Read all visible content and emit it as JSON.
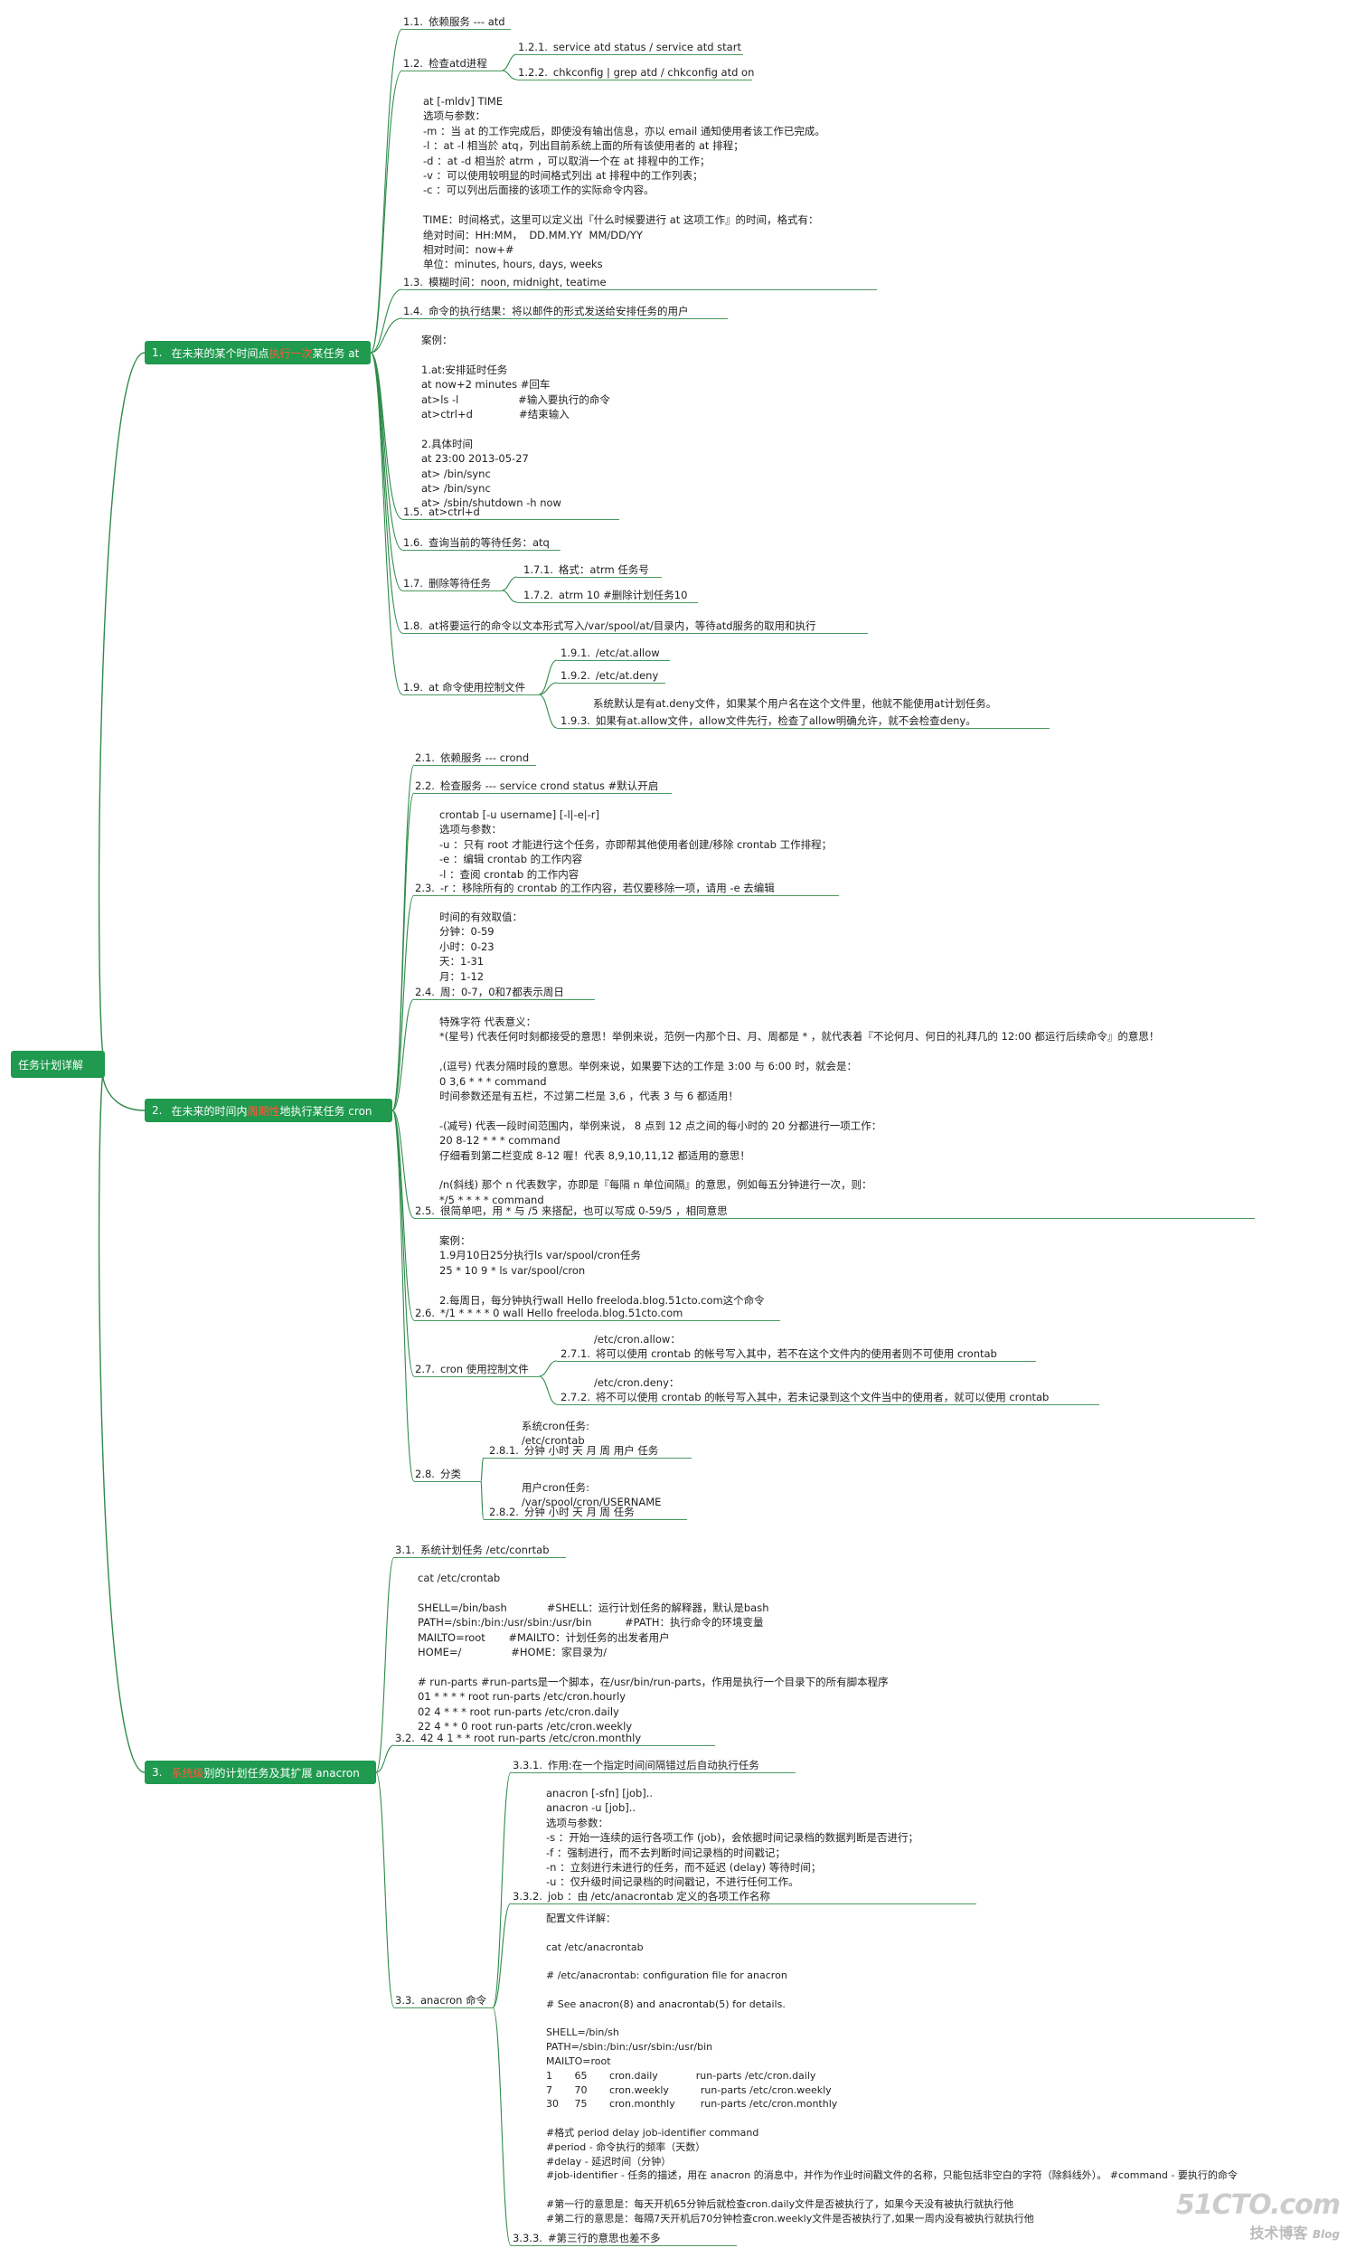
{
  "root": {
    "label": "任务计划详解"
  },
  "branches": [
    {
      "num": "1.",
      "pre": "在未来的某个时间点",
      "hl": "执行一次",
      "post": "某任务 at"
    },
    {
      "num": "2.",
      "pre": "在未来的时间内",
      "hl": "周期性",
      "post": "地执行某任务 cron"
    },
    {
      "num": "3.",
      "pre": "",
      "hl": "系统级",
      "post": "别的计划任务及其扩展 anacron"
    }
  ],
  "nodes": {
    "n1_1": {
      "num": "1.1.",
      "text": "依赖服务 --- atd"
    },
    "n1_2": {
      "num": "1.2.",
      "text": "检查atd进程"
    },
    "n1_2_1": {
      "num": "1.2.1.",
      "text": "service atd status / service atd start"
    },
    "n1_2_2": {
      "num": "1.2.2.",
      "text": "chkconfig | grep atd  / chkconfig atd on"
    },
    "n1_3": {
      "num": "1.3.",
      "text": "模糊时间：noon, midnight, teatime"
    },
    "n1_4": {
      "num": "1.4.",
      "text": "命令的执行结果：将以邮件的形式发送给安排任务的用户"
    },
    "n1_5": {
      "num": "1.5.",
      "text": "at>ctrl+d"
    },
    "n1_6": {
      "num": "1.6.",
      "text": "查询当前的等待任务：atq"
    },
    "n1_7": {
      "num": "1.7.",
      "text": "删除等待任务"
    },
    "n1_7_1": {
      "num": "1.7.1.",
      "text": "格式：atrm 任务号"
    },
    "n1_7_2": {
      "num": "1.7.2.",
      "text": "atrm 10 #删除计划任务10"
    },
    "n1_8": {
      "num": "1.8.",
      "text": "at将要运行的命令以文本形式写入/var/spool/at/目录内，等待atd服务的取用和执行"
    },
    "n1_9": {
      "num": "1.9.",
      "text": "at 命令使用控制文件"
    },
    "n1_9_1": {
      "num": "1.9.1.",
      "text": "/etc/at.allow"
    },
    "n1_9_2": {
      "num": "1.9.2.",
      "text": "/etc/at.deny"
    },
    "n1_9_3": {
      "num": "1.9.3.",
      "text": "如果有at.allow文件，allow文件先行，检查了allow明确允许，就不会检查deny。"
    },
    "n2_1": {
      "num": "2.1.",
      "text": "依赖服务 --- crond"
    },
    "n2_2": {
      "num": "2.2.",
      "text": "检查服务 --- service crond status  #默认开启"
    },
    "n2_3": {
      "num": "2.3.",
      "text": "-r ：移除所有的 crontab 的工作内容，若仅要移除一项，请用 -e 去编辑"
    },
    "n2_4": {
      "num": "2.4.",
      "text": "周：0-7，0和7都表示周日"
    },
    "n2_5": {
      "num": "2.5.",
      "text": "很简单吧，用 * 与 /5 来搭配，也可以写成 0-59/5 ，相同意思"
    },
    "n2_6": {
      "num": "2.6.",
      "text": "*/1 * * * * 0 wall Hello freeloda.blog.51cto.com"
    },
    "n2_7": {
      "num": "2.7.",
      "text": "cron 使用控制文件"
    },
    "n2_7_1": {
      "num": "2.7.1.",
      "text": "将可以使用 crontab 的帐号写入其中，若不在这个文件内的使用者则不可使用 crontab"
    },
    "n2_7_2": {
      "num": "2.7.2.",
      "text": "将不可以使用 crontab 的帐号写入其中，若未记录到这个文件当中的使用者，就可以使用 crontab"
    },
    "n2_8": {
      "num": "2.8.",
      "text": "分类"
    },
    "n2_8_1": {
      "num": "2.8.1.",
      "text": "分钟  小时  天  月  周  用户  任务"
    },
    "n2_8_2": {
      "num": "2.8.2.",
      "text": "分钟  小时  天  月  周  任务"
    },
    "n3_1": {
      "num": "3.1.",
      "text": "系统计划任务 /etc/conrtab"
    },
    "n3_2": {
      "num": "3.2.",
      "text": "42 4 1 * * root run-parts /etc/cron.monthly"
    },
    "n3_3": {
      "num": "3.3.",
      "text": "anacron 命令"
    },
    "n3_3_1": {
      "num": "3.3.1.",
      "text": "作用:在一个指定时间间隔错过后自动执行任务"
    },
    "n3_3_2": {
      "num": "3.3.2.",
      "text": "job ：由 /etc/anacrontab 定义的各项工作名称"
    },
    "n3_3_3": {
      "num": "3.3.3.",
      "text": "#第三行的意思也差不多"
    }
  },
  "notes": {
    "note_at_syntax": "at [-mldv] TIME\n选项与参数：\n-m ：当 at 的工作完成后，即使没有输出信息，亦以 email 通知使用者该工作已完成。\n-l ：at -l 相当於 atq，列出目前系统上面的所有该使用者的 at 排程；\n-d ：at -d 相当於 atrm ，可以取消一个在 at 排程中的工作；\n-v ：可以使用较明显的时间格式列出 at 排程中的工作列表；\n-c ：可以列出后面接的该项工作的实际命令内容。\n\nTIME：时间格式，这里可以定义出『什么时候要进行 at 这项工作』的时间，格式有：\n绝对时间：HH:MM，  DD.MM.YY  MM/DD/YY\n相对时间：now+#\n单位：minutes, hours, days, weeks",
    "note_at_examples": "案例：\n\n1.at:安排延时任务\nat now+2 minutes #回车\nat>ls -l                  #输入要执行的命令\nat>ctrl+d              #结束输入\n\n2.具体时间\nat 23:00 2013-05-27\nat> /bin/sync\nat> /bin/sync\nat> /sbin/shutdown -h now",
    "note_at_deny": "系统默认是有at.deny文件，如果某个用户名在这个文件里，他就不能使用at计划任务。",
    "note_crontab": "crontab [-u username] [-l|-e|-r]\n选项与参数：\n-u ：只有 root 才能进行这个任务，亦即帮其他使用者创建/移除 crontab 工作排程；\n-e ：编辑 crontab 的工作内容\n-l ：查阅 crontab 的工作内容",
    "note_time_values": "时间的有效取值：\n分钟：0-59\n小时：0-23\n天：1-31\n月：1-12",
    "note_special_chars": "特殊字符 代表意义：\n*(星号) 代表任何时刻都接受的意思！举例来说，范例一内那个日、月、周都是 * ，就代表着『不论何月、何日的礼拜几的 12:00 都运行后续命令』的意思！\n\n,(逗号) 代表分隔时段的意思。举例来说，如果要下达的工作是 3:00 与 6:00 时，就会是：\n0 3,6 * * * command\n时间参数还是有五栏，不过第二栏是 3,6 ，代表 3 与 6 都适用！\n\n-(减号) 代表一段时间范围内，举例来说， 8 点到 12 点之间的每小时的 20 分都进行一项工作：\n20 8-12 * * * command\n仔细看到第二栏变成 8-12 喔！代表 8,9,10,11,12 都适用的意思！\n\n/n(斜线) 那个 n 代表数字，亦即是『每隔 n 单位间隔』的意思，例如每五分钟进行一次，则：\n*/5 * * * * command",
    "note_cron_examples": "案例：\n1.9月10日25分执行ls var/spool/cron任务\n25 * 10 9 * ls var/spool/cron\n\n2.每周日，每分钟执行wall Hello freeloda.blog.51cto.com这个命令",
    "note_cron_allow": "/etc/cron.allow：",
    "note_cron_deny": "/etc/cron.deny：",
    "note_sys_cron": "系统cron任务:\n/etc/crontab",
    "note_user_cron": "用户cron任务:\n/var/spool/cron/USERNAME",
    "note_crontab_file": "cat /etc/crontab\n\nSHELL=/bin/bash            #SHELL：运行计划任务的解释器，默认是bash\nPATH=/sbin:/bin:/usr/sbin:/usr/bin          #PATH：执行命令的环境变量\nMAILTO=root       #MAILTO：计划任务的出发者用户\nHOME=/               #HOME：家目录为/\n\n# run-parts #run-parts是一个脚本，在/usr/bin/run-parts，作用是执行一个目录下的所有脚本程序\n01 * * * * root run-parts /etc/cron.hourly\n02 4 * * * root run-parts /etc/cron.daily\n22 4 * * 0 root run-parts /etc/cron.weekly",
    "note_anacron_syntax": "anacron [-sfn] [job]..\nanacron -u [job]..\n选项与参数：\n-s ：开始一连续的运行各项工作 (job)，会依据时间记录档的数据判断是否进行；\n-f ：强制进行，而不去判断时间记录档的时间戳记；\n-n ：立刻进行未进行的任务，而不延迟 (delay) 等待时间；\n-u ：仅升级时间记录档的时间戳记，不进行任何工作。",
    "note_anacrontab": "配置文件详解：\n\ncat /etc/anacrontab\n\n# /etc/anacrontab: configuration file for anacron\n\n# See anacron(8) and anacrontab(5) for details.\n\nSHELL=/bin/sh\nPATH=/sbin:/bin:/usr/sbin:/usr/bin\nMAILTO=root\n1       65       cron.daily            run-parts /etc/cron.daily\n7       70       cron.weekly          run-parts /etc/cron.weekly\n30     75       cron.monthly        run-parts /etc/cron.monthly\n\n#格式 period delay job-identifier command\n#period - 命令执行的频率（天数）\n#delay - 延迟时间（分钟）\n#job-identifier - 任务的描述，用在 anacron 的消息中，并作为作业时间戳文件的名称，只能包括非空白的字符（除斜线外）。 #command - 要执行的命令\n\n#第一行的意思是：每天开机65分钟后就检查cron.daily文件是否被执行了，如果今天没有被执行就执行他\n#第二行的意思是：每隔7天开机后70分钟检查cron.weekly文件是否被执行了,如果一周内没有被执行就执行他"
  },
  "watermark": {
    "site": "51CTO.com",
    "sub": "技术博客",
    "tag": "Blog"
  }
}
